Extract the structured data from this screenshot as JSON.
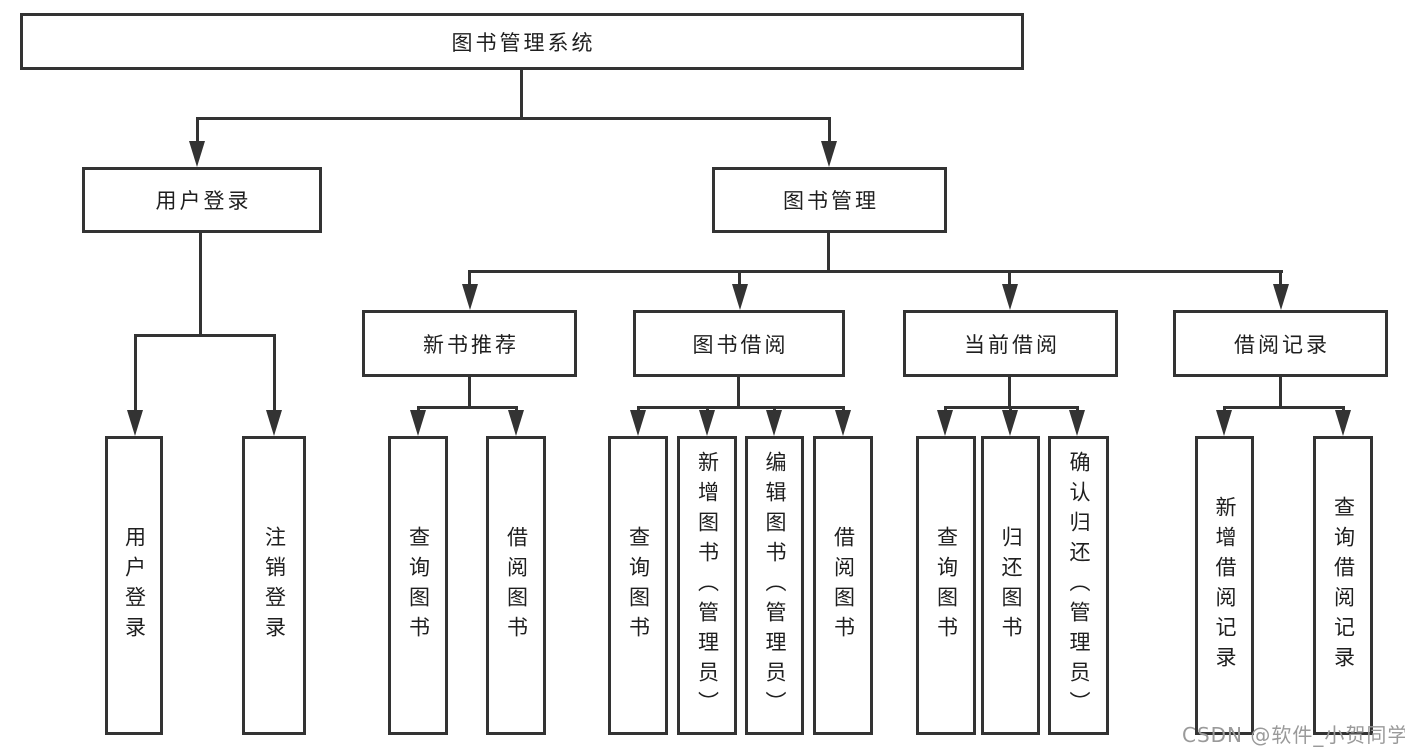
{
  "diagram": {
    "root": "图书管理系统",
    "level2": {
      "user_login": "用户登录",
      "book_management": "图书管理"
    },
    "level3": {
      "new_book_recommend": "新书推荐",
      "book_borrow": "图书借阅",
      "current_borrow": "当前借阅",
      "borrow_record": "借阅记录"
    },
    "leaves": {
      "user_login": "用户登录",
      "logout": "注销登录",
      "query_book_recommend": "查询图书",
      "borrow_book_recommend": "借阅图书",
      "query_book_borrow": "查询图书",
      "add_book_admin": "新增图书（管理员）",
      "edit_book_admin": "编辑图书（管理员）",
      "borrow_book_borrow": "借阅图书",
      "query_book_current": "查询图书",
      "return_book": "归还图书",
      "confirm_return_admin": "确认归还（管理员）",
      "add_borrow_record": "新增借阅记录",
      "query_borrow_record": "查询借阅记录"
    }
  },
  "watermark": "CSDN @软件_小贺同学",
  "colors": {
    "line": "#333333",
    "text": "#1f1f1f",
    "watermark": "#9a9a9a",
    "background": "#ffffff"
  }
}
